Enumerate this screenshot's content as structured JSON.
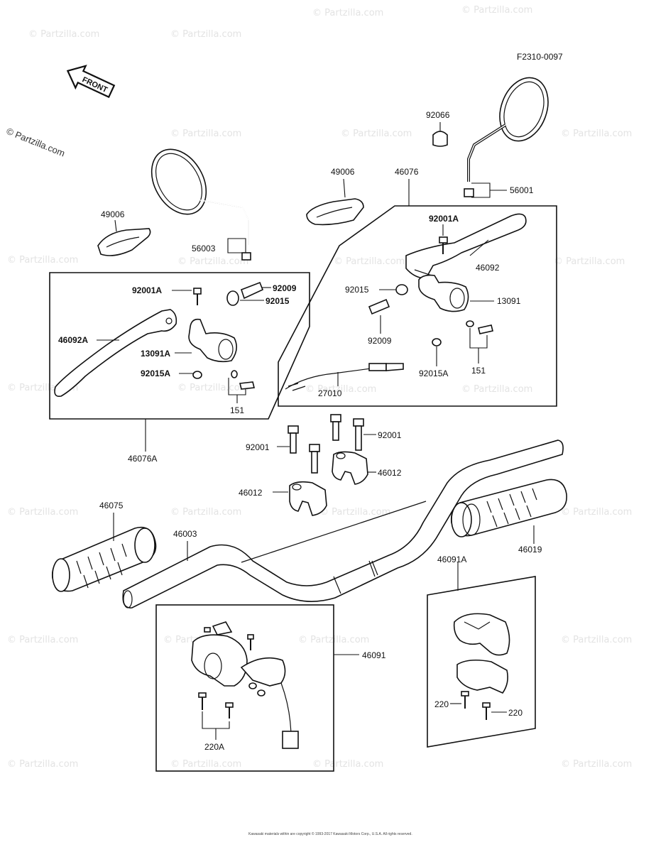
{
  "figure_code": "F2310-0097",
  "front_arrow_label": "FRONT",
  "watermark": "© Partzilla.com",
  "copyright": "Kawasaki materials within are copyright © 1993-2017 Kawasaki Motors Corp., U.S.A. All rights reserved.",
  "parts": {
    "p92066": "92066",
    "p56001": "56001",
    "p49006_r": "49006",
    "p46076": "46076",
    "p92001A_r": "92001A",
    "p46092": "46092",
    "p92015_r": "92015",
    "p13091": "13091",
    "p92009_r": "92009",
    "p92015A_r": "92015A",
    "p151_r": "151",
    "p27010": "27010",
    "p49006_l": "49006",
    "p56003": "56003",
    "p92001A_l": "92001A",
    "p92009_l": "92009",
    "p92015_l": "92015",
    "p46092A": "46092A",
    "p13091A": "13091A",
    "p92015A_l": "92015A",
    "p151_l": "151",
    "p46076A": "46076A",
    "p92001_r": "92001",
    "p92001_l": "92001",
    "p46012_r": "46012",
    "p46012_l": "46012",
    "p46075": "46075",
    "p46003": "46003",
    "p46019": "46019",
    "p46091A": "46091A",
    "p46091": "46091",
    "p220_l": "220",
    "p220_r": "220",
    "p220A": "220A"
  }
}
